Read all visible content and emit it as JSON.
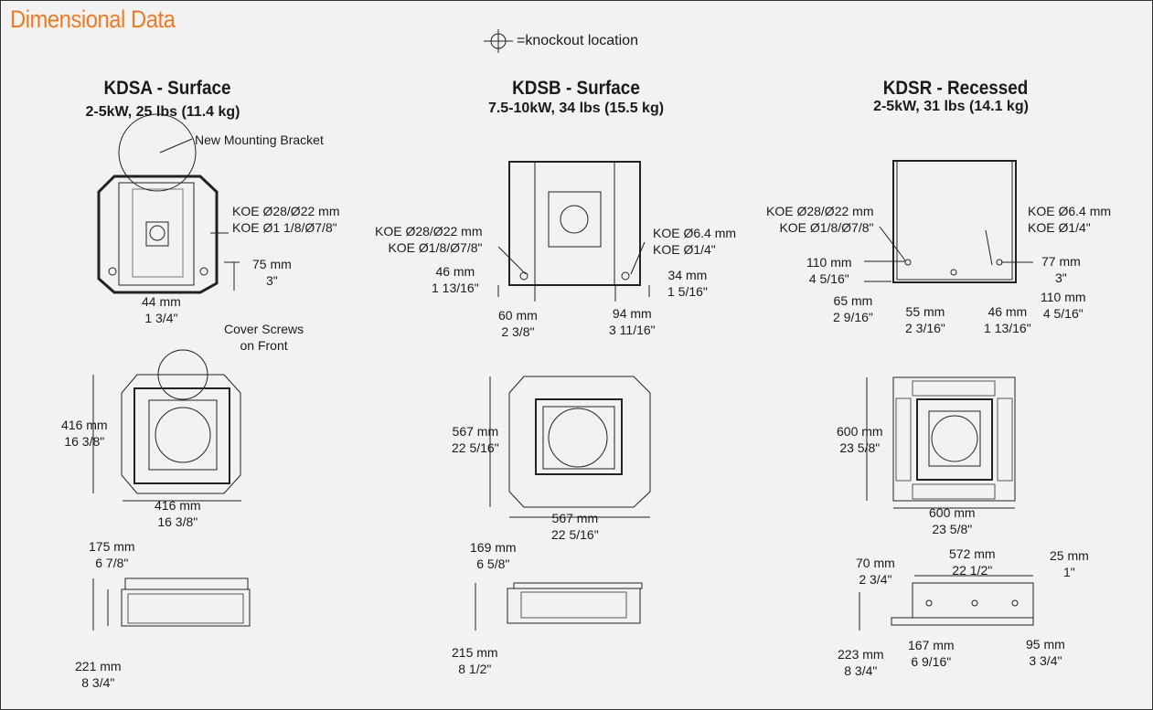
{
  "heading": "Dimensional Data",
  "legend": "=knockout location",
  "kdsa": {
    "title": "KDSA - Surface",
    "spec": "2-5kW, 25 lbs (11.4 kg)",
    "bracket": "New Mounting Bracket",
    "koe": [
      "KOE Ø28/Ø22 mm",
      "KOE Ø1 1/8/Ø7/8\""
    ],
    "screws": [
      "Cover Screws",
      "on Front"
    ],
    "dims": [
      [
        "75 mm",
        "3\""
      ],
      [
        "44 mm",
        "1 3/4\""
      ],
      [
        "416 mm",
        "16 3/8\""
      ],
      [
        "416 mm",
        "16 3/8\""
      ],
      [
        "175 mm",
        "6 7/8\""
      ],
      [
        "221 mm",
        "8 3/4\""
      ]
    ]
  },
  "kdsb": {
    "title": "KDSB - Surface",
    "spec": "7.5-10kW, 34 lbs (15.5 kg)",
    "koe_left": [
      "KOE Ø28/Ø22 mm",
      "KOE Ø1/8/Ø7/8\""
    ],
    "koe_right": [
      "KOE Ø6.4 mm",
      "KOE Ø1/4\""
    ],
    "dims": [
      [
        "46 mm",
        "1 13/16\""
      ],
      [
        "34 mm",
        "1 5/16\""
      ],
      [
        "60 mm",
        "2 3/8\""
      ],
      [
        "94 mm",
        "3 11/16\""
      ],
      [
        "567 mm",
        "22 5/16\""
      ],
      [
        "567 mm",
        "22 5/16\""
      ],
      [
        "169 mm",
        "6 5/8\""
      ],
      [
        "215 mm",
        "8 1/2\""
      ]
    ]
  },
  "kdsr": {
    "title": "KDSR - Recessed",
    "spec": "2-5kW, 31 lbs (14.1 kg)",
    "koe_left": [
      "KOE Ø28/Ø22 mm",
      "KOE Ø1/8/Ø7/8\""
    ],
    "koe_right": [
      "KOE Ø6.4 mm",
      "KOE Ø1/4\""
    ],
    "dims": [
      [
        "110 mm",
        "4 5/16\""
      ],
      [
        "77 mm",
        "3\""
      ],
      [
        "65 mm",
        "2 9/16\""
      ],
      [
        "55 mm",
        "2 3/16\""
      ],
      [
        "46 mm",
        "1 13/16\""
      ],
      [
        "110 mm",
        "4 5/16\""
      ],
      [
        "600 mm",
        "23 5/8\""
      ],
      [
        "600 mm",
        "23 5/8\""
      ],
      [
        "572 mm",
        "22 1/2\""
      ],
      [
        "25 mm",
        "1\""
      ],
      [
        "70 mm",
        "2 3/4\""
      ],
      [
        "167 mm",
        "6 9/16\""
      ],
      [
        "95 mm",
        "3 3/4\""
      ],
      [
        "223 mm",
        "8 3/4\""
      ]
    ]
  }
}
